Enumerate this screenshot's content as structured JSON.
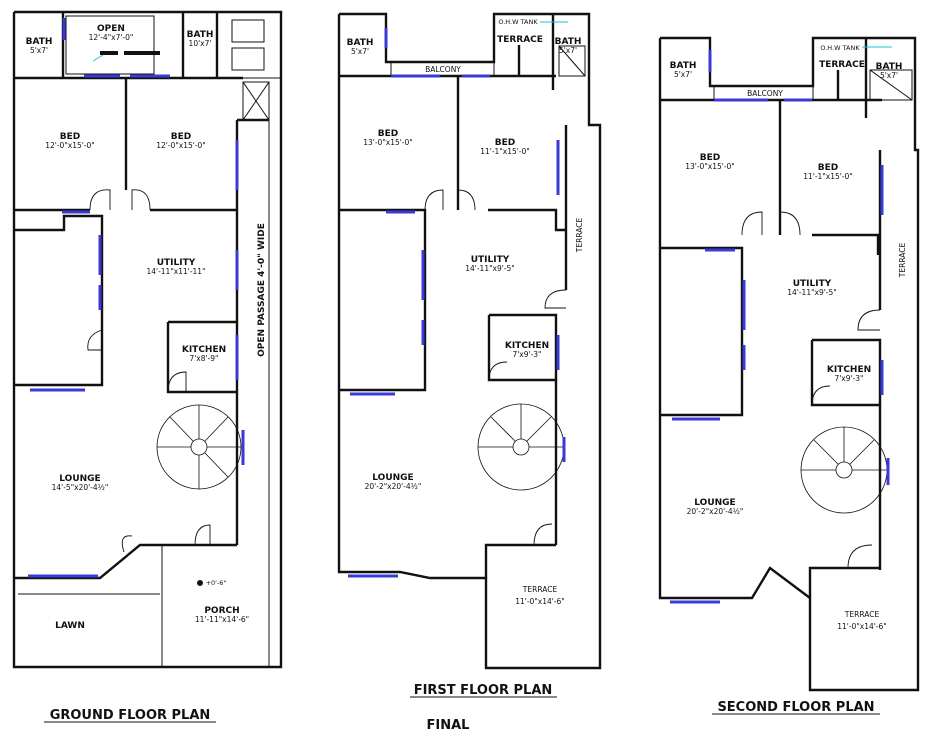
{
  "drawing": {
    "final_label": "FINAL",
    "colors": {
      "wall": "#111111",
      "window": "#3a3ad6",
      "tank_marker": "#19c2d6",
      "background": "#ffffff"
    }
  },
  "ground": {
    "title": "GROUND FLOOR PLAN",
    "bath1": {
      "name": "BATH",
      "dim": "5'x7'"
    },
    "open": {
      "name": "OPEN",
      "dim": "12'-4\"x7'-0\""
    },
    "bath2": {
      "name": "BATH",
      "dim": "10'x7'"
    },
    "bed1": {
      "name": "BED",
      "dim": "12'-0\"x15'-0\""
    },
    "bed2": {
      "name": "BED",
      "dim": "12'-0\"x15'-0\""
    },
    "utility": {
      "name": "UTILITY",
      "dim": "14'-11\"x11'-11\""
    },
    "kitchen": {
      "name": "KITCHEN",
      "dim": "7'x8'-9\""
    },
    "lounge": {
      "name": "LOUNGE",
      "dim": "14'-5\"x20'-4½\""
    },
    "passage": {
      "name": "OPEN PASSAGE 4'-0\" WIDE"
    },
    "lawn": {
      "name": "LAWN"
    },
    "porch": {
      "name": "PORCH",
      "dim": "11'-11\"x14'-6\""
    },
    "level": "+0'-6\""
  },
  "first": {
    "title": "FIRST FLOOR PLAN",
    "bath1": {
      "name": "BATH",
      "dim": "5'x7'"
    },
    "balcony": {
      "name": "BALCONY"
    },
    "ohw": {
      "name": "O.H.W TANK"
    },
    "terrace_top": {
      "name": "TERRACE"
    },
    "bath2": {
      "name": "BATH",
      "dim": "5'x7'"
    },
    "bed1": {
      "name": "BED",
      "dim": "13'-0\"x15'-0\""
    },
    "bed2": {
      "name": "BED",
      "dim": "11'-1\"x15'-0\""
    },
    "utility": {
      "name": "UTILITY",
      "dim": "14'-11\"x9'-5\""
    },
    "kitchen": {
      "name": "KITCHEN",
      "dim": "7'x9'-3\""
    },
    "lounge": {
      "name": "LOUNGE",
      "dim": "20'-2\"x20'-4½\""
    },
    "terrace_side": {
      "name": "TERRACE"
    },
    "terrace_front": {
      "name": "TERRACE",
      "dim": "11'-0\"x14'-6\""
    }
  },
  "second": {
    "title": "SECOND FLOOR PLAN",
    "bath1": {
      "name": "BATH",
      "dim": "5'x7'"
    },
    "balcony": {
      "name": "BALCONY"
    },
    "ohw": {
      "name": "O.H.W TANK"
    },
    "terrace_top": {
      "name": "TERRACE"
    },
    "bath2": {
      "name": "BATH",
      "dim": "5'x7'"
    },
    "bed1": {
      "name": "BED",
      "dim": "13'-0\"x15'-0\""
    },
    "bed2": {
      "name": "BED",
      "dim": "11'-1\"x15'-0\""
    },
    "utility": {
      "name": "UTILITY",
      "dim": "14'-11\"x9'-5\""
    },
    "kitchen": {
      "name": "KITCHEN",
      "dim": "7'x9'-3\""
    },
    "lounge": {
      "name": "LOUNGE",
      "dim": "20'-2\"x20'-4½\""
    },
    "terrace_side": {
      "name": "TERRACE"
    },
    "terrace_front": {
      "name": "TERRACE",
      "dim": "11'-0\"x14'-6\""
    }
  }
}
